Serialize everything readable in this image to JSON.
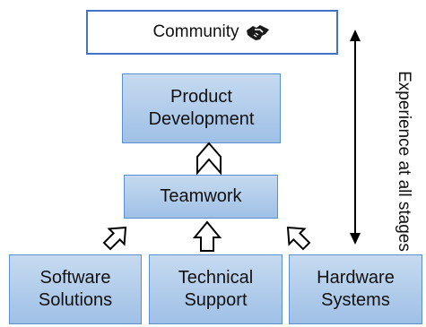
{
  "diagram": {
    "community": {
      "label": "Community",
      "icon": "handshake-icon"
    },
    "product_development": {
      "line1": "Product",
      "line2": "Development"
    },
    "teamwork": {
      "label": "Teamwork"
    },
    "bottom_boxes": [
      {
        "line1": "Software",
        "line2": "Solutions"
      },
      {
        "line1": "Technical",
        "line2": "Support"
      },
      {
        "line1": "Hardware",
        "line2": "Systems"
      }
    ],
    "side_label": "Experience at all stages"
  },
  "colors": {
    "box_fill_top": "#c6daf0",
    "box_fill_bottom": "#9fc0e6",
    "box_border": "#5b8fcf",
    "community_border": "#4472c4",
    "text": "#111111"
  }
}
